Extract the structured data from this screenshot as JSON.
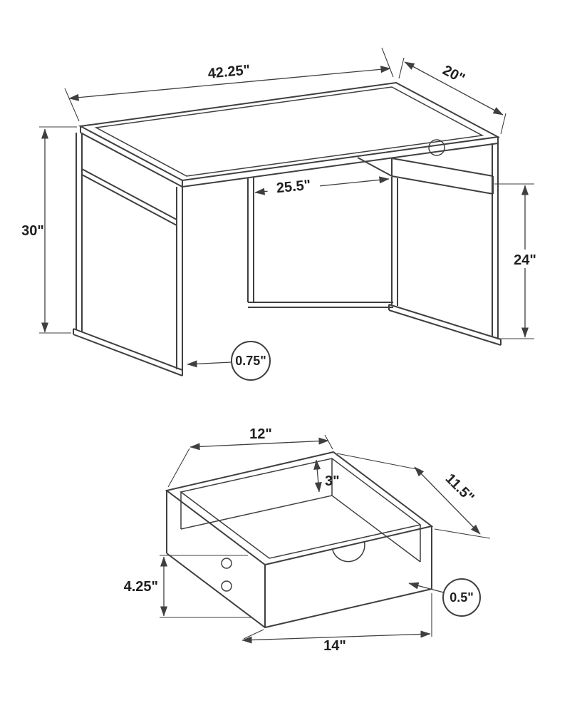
{
  "desk": {
    "width": "42.25\"",
    "depth": "20\"",
    "height": "30\"",
    "knee_width": "25.5\"",
    "knee_height": "24\"",
    "frame_thickness": "0.75\""
  },
  "drawer": {
    "top_width": "12\"",
    "inner_depth": "3\"",
    "side_depth": "11.5\"",
    "front_height": "4.25\"",
    "panel_thickness": "0.5\"",
    "front_width": "14\""
  }
}
